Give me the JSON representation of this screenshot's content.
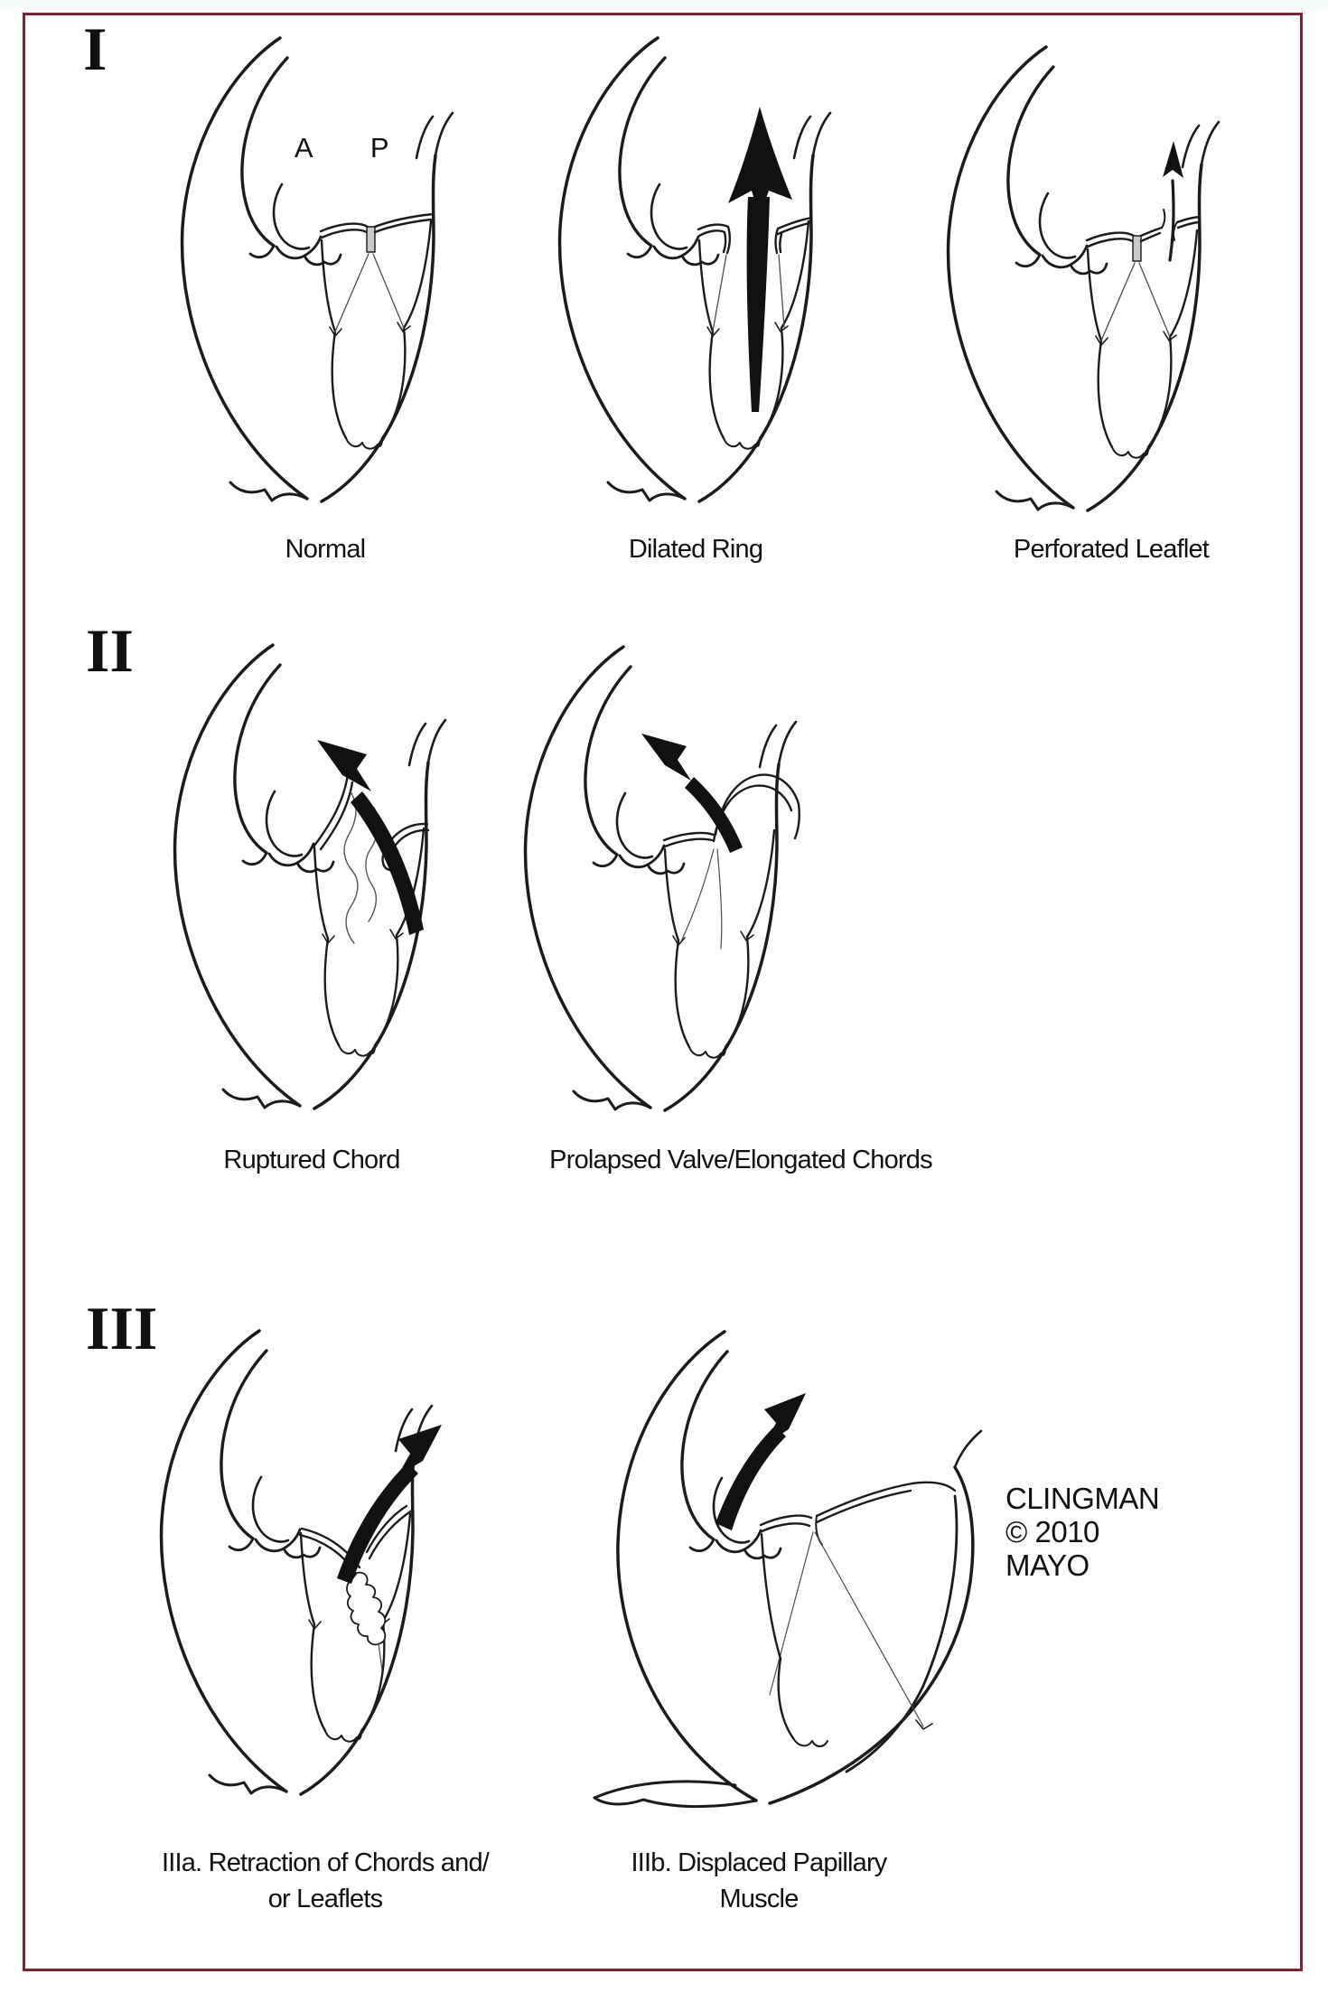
{
  "page": {
    "background": "#ffffff",
    "top_strip_color": "#f7fafb"
  },
  "figure_border": {
    "color": "#7d2434"
  },
  "sections": [
    {
      "numeral": "I",
      "panels": [
        {
          "caption": "Normal"
        },
        {
          "caption": "Dilated Ring"
        },
        {
          "caption": "Perforated Leaflet"
        }
      ]
    },
    {
      "numeral": "II",
      "panels": [
        {
          "caption": "Ruptured Chord"
        },
        {
          "caption": "Prolapsed Valve/Elongated Chords"
        }
      ]
    },
    {
      "numeral": "III",
      "panels": [
        {
          "caption_line1": "IIIa. Retraction of Chords and/",
          "caption_line2": "or Leaflets"
        },
        {
          "caption_line1": "IIIb. Displaced Papillary",
          "caption_line2": "Muscle"
        }
      ]
    }
  ],
  "valve_labels": {
    "anterior": "A",
    "posterior": "P"
  },
  "credit": {
    "artist": "CLINGMAN",
    "copyright": "© 2010",
    "organization": "MAYO"
  }
}
